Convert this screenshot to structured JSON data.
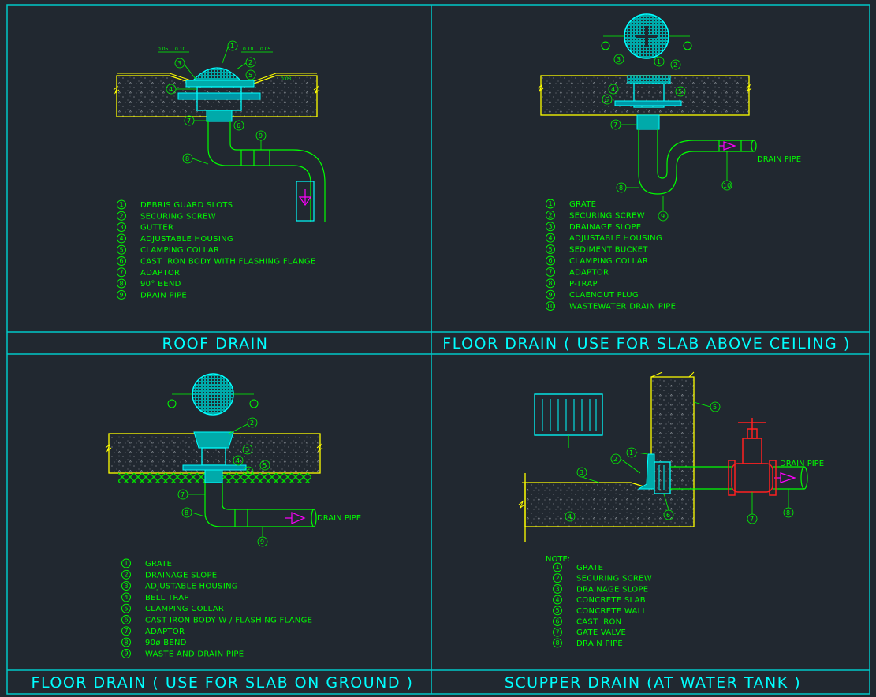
{
  "colors": {
    "background": "#212830",
    "frame": "#00c8c8",
    "slab": "#ffff00",
    "pipe": "#00ff00",
    "fitting": "#00ffff",
    "arrow": "#ff00ff",
    "valve": "#ff2020",
    "text": "#00ff00",
    "title": "#00ffff"
  },
  "panels": [
    {
      "title": "ROOF DRAIN",
      "legend": [
        "DEBRIS GUARD SLOTS",
        "SECURING SCREW",
        "GUTTER",
        "ADJUSTABLE HOUSING",
        "CLAMPING COLLAR",
        "CAST IRON BODY WITH FLASHING FLANGE",
        "ADAPTOR",
        "90° BEND",
        "DRAIN PIPE"
      ],
      "dims": [
        "0.05",
        "0.10",
        "0.10",
        "0.05",
        "0.03"
      ]
    },
    {
      "title": "FLOOR DRAIN ( USE FOR SLAB ABOVE CEILING )",
      "legend": [
        "GRATE",
        "SECURING SCREW",
        "DRAINAGE SLOPE",
        "ADJUSTABLE HOUSING",
        "SEDIMENT BUCKET",
        "CLAMPING COLLAR",
        "ADAPTOR",
        "P-TRAP",
        "CLAENOUT PLUG",
        "WASTEWATER DRAIN PIPE"
      ],
      "pipe_label": "DRAIN PIPE"
    },
    {
      "title": "FLOOR DRAIN ( USE FOR SLAB ON GROUND )",
      "legend": [
        "GRATE",
        "DRAINAGE SLOPE",
        "ADJUSTABLE HOUSING",
        "BELL TRAP",
        "CLAMPING COLLAR",
        "CAST IRON BODY W / FLASHING FLANGE",
        "ADAPTOR",
        "90ø BEND",
        "WASTE AND DRAIN PIPE"
      ],
      "pipe_label": "DRAIN PIPE"
    },
    {
      "title": "SCUPPER DRAIN (AT WATER TANK )",
      "note_label": "NOTE:",
      "legend": [
        "GRATE",
        "SECURING SCREW",
        "DRAINAGE SLOPE",
        "CONCRETE SLAB",
        "CONCRETE WALL",
        "CAST IRON",
        "GATE VALVE",
        "DRAIN PIPE"
      ],
      "pipe_label": "DRAIN PIPE"
    }
  ]
}
